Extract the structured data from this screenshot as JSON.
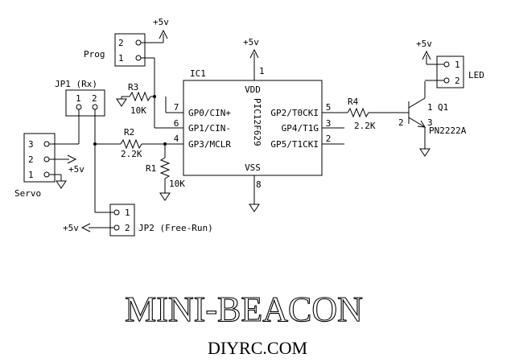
{
  "title": "MINI-BEACON",
  "subtitle": "DIYRC.COM",
  "ic": {
    "ref": "IC1",
    "part": "PIC12F629",
    "vdd": "VDD",
    "vss": "VSS",
    "pins_left": [
      {
        "num": "7",
        "name": "GP0/CIN+"
      },
      {
        "num": "6",
        "name": "GP1/CIN-"
      },
      {
        "num": "4",
        "name": "GP3/MCLR"
      }
    ],
    "pins_right": [
      {
        "num": "5",
        "name": "GP2/T0CKI"
      },
      {
        "num": "3",
        "name": "GP4/T1G"
      },
      {
        "num": "2",
        "name": "GP5/T1CKI"
      }
    ],
    "pin_vdd": "1",
    "pin_vss": "8"
  },
  "supply": "+5v",
  "prog": {
    "label": "Prog",
    "pins": [
      "2",
      "1"
    ]
  },
  "jp1": {
    "label": "JP1 (Rx)",
    "pins": [
      "1",
      "2"
    ]
  },
  "jp2": {
    "label": "JP2 (Free-Run)",
    "pins": [
      "1",
      "2"
    ],
    "supply": "+5v"
  },
  "servo": {
    "label": "Servo",
    "pins": [
      "3",
      "2",
      "1"
    ],
    "supply": "+5v"
  },
  "r1": {
    "ref": "R1",
    "value": "10K"
  },
  "r2": {
    "ref": "R2",
    "value": "2.2K"
  },
  "r3": {
    "ref": "R3",
    "value": "10K"
  },
  "r4": {
    "ref": "R4",
    "value": "2.2K"
  },
  "q1": {
    "ref": "Q1",
    "part": "PN2222A",
    "pins": [
      "1",
      "2",
      "3"
    ]
  },
  "led": {
    "label": "LED",
    "pins": [
      "1",
      "2"
    ]
  }
}
